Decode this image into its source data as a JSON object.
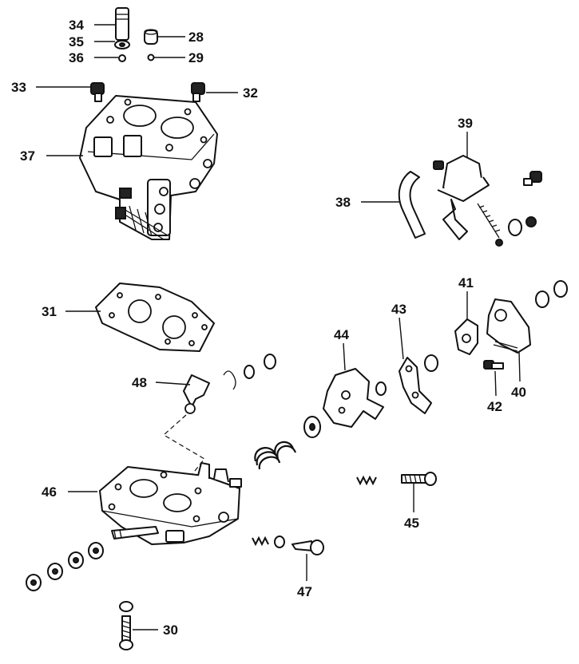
{
  "diagram": {
    "callouts": [
      {
        "id": "28",
        "label": "28"
      },
      {
        "id": "29",
        "label": "29"
      },
      {
        "id": "30",
        "label": "30"
      },
      {
        "id": "31",
        "label": "31"
      },
      {
        "id": "32",
        "label": "32"
      },
      {
        "id": "33",
        "label": "33"
      },
      {
        "id": "34",
        "label": "34"
      },
      {
        "id": "35",
        "label": "35"
      },
      {
        "id": "36",
        "label": "36"
      },
      {
        "id": "37",
        "label": "37"
      },
      {
        "id": "38",
        "label": "38"
      },
      {
        "id": "39",
        "label": "39"
      },
      {
        "id": "40",
        "label": "40"
      },
      {
        "id": "41",
        "label": "41"
      },
      {
        "id": "42",
        "label": "42"
      },
      {
        "id": "43",
        "label": "43"
      },
      {
        "id": "44",
        "label": "44"
      },
      {
        "id": "45",
        "label": "45"
      },
      {
        "id": "46",
        "label": "46"
      },
      {
        "id": "47",
        "label": "47"
      },
      {
        "id": "48",
        "label": "48"
      }
    ],
    "colors": {
      "ink": "#111111",
      "paper": "#ffffff"
    }
  }
}
